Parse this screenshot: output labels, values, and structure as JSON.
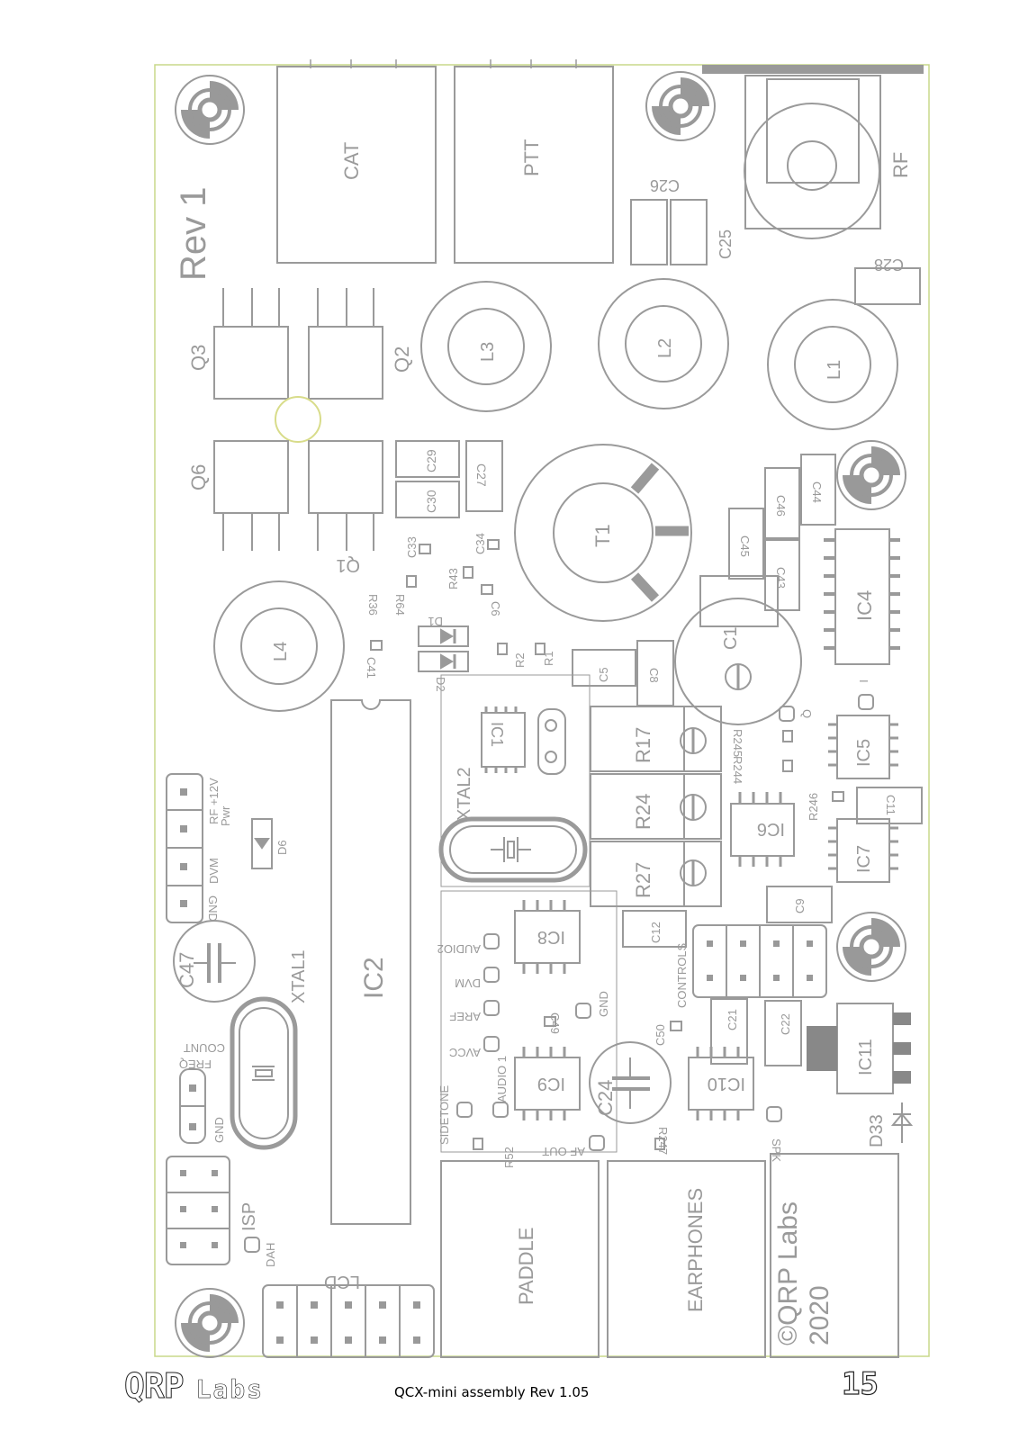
{
  "board": {
    "revision": "Rev 1",
    "copyright": "©QRP Labs",
    "year": "2020",
    "connectors": {
      "cat": "CAT",
      "ptt": "PTT",
      "rf": "RF",
      "paddle": "PADDLE",
      "earphones": "EARPHONES",
      "lcd": "LCD",
      "isp": "ISP",
      "controls": "CONTROLS"
    },
    "chips": {
      "ic1": "IC1",
      "ic2": "IC2",
      "ic4": "IC4",
      "ic5": "IC5",
      "ic6": "IC6",
      "ic7": "IC7",
      "ic8": "IC8",
      "ic9": "IC9",
      "ic10": "IC10",
      "ic11": "IC11"
    },
    "inductors": {
      "l1": "L1",
      "l2": "L2",
      "l3": "L3",
      "l4": "L4",
      "t1": "T1"
    },
    "transistors": {
      "q1": "Q1",
      "q2": "Q2",
      "q3": "Q3",
      "q6": "Q6"
    },
    "crystals": {
      "xtal1": "XTAL1",
      "xtal2": "XTAL2"
    },
    "trimmers": {
      "r17": "R17",
      "r24": "R24",
      "r27": "R27",
      "c1": "C1"
    },
    "capacitors": {
      "c5": "C5",
      "c8": "C8",
      "c9": "C9",
      "c11": "C11",
      "c12": "C12",
      "c21": "C21",
      "c22": "C22",
      "c24": "C24",
      "c25": "C25",
      "c26": "C26",
      "c27": "C27",
      "c28": "C28",
      "c29": "C29",
      "c30": "C30",
      "c33": "C33",
      "c34": "C34",
      "c41": "C41",
      "c43": "C43",
      "c44": "C44",
      "c45": "C45",
      "c46": "C46",
      "c47": "C47",
      "c49": "C49",
      "c50": "C50",
      "c6": "C6"
    },
    "resistors": {
      "r1": "R1",
      "r2": "R2",
      "r36": "R36",
      "r43": "R43",
      "r52": "R52",
      "r64": "R64",
      "r244": "R244",
      "r245": "R245",
      "r246": "R246",
      "r247": "R247"
    },
    "diodes": {
      "d1": "D1",
      "d2": "D2",
      "d6": "D6",
      "d33": "D33"
    },
    "pads": {
      "rf12v": "RF +12V",
      "pwr": "Pwr",
      "dvm": "DVM",
      "gnd": "GND",
      "freq": "FREQ",
      "count": "COUNT",
      "dah": "DAH",
      "audio2": "AUDIO2",
      "dvm2": "DVM",
      "aref": "AREF",
      "avcc": "AVCC",
      "sidetone": "SIDETONE",
      "audio1": "AUDIO 1",
      "afout": "AF OUT",
      "gnd2": "GND",
      "spk": "SPK",
      "i": "I",
      "q": "Q"
    }
  },
  "footer": {
    "logo_main": "QRP",
    "logo_sub": "Labs",
    "title": "QCX-mini assembly Rev 1.05",
    "page": "15"
  }
}
